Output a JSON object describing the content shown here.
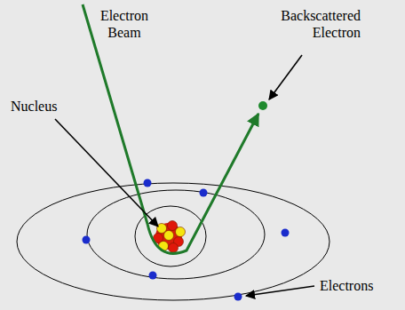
{
  "diagram": {
    "labels": [
      "Electron Beam",
      "Backscattered Electron",
      "Nucleus",
      "Electrons"
    ]
  }
}
